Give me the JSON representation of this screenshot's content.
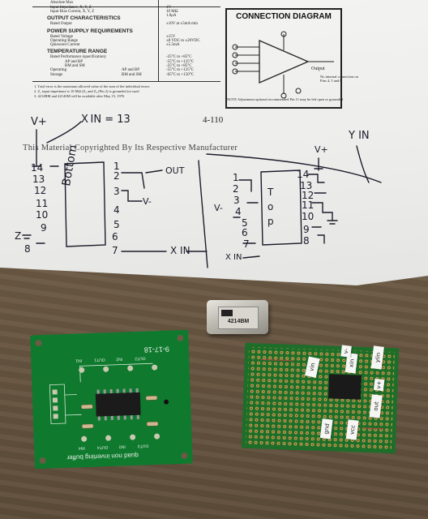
{
  "datasheet": {
    "spec_headings": [
      "OUTPUT CHARACTERISTICS",
      "POWER SUPPLY REQUIREMENTS",
      "TEMPERATURE RANGE"
    ],
    "spec_rows": [
      "Absolute Max",
      "Input Impedance, X, Y, Z",
      "Input Bias Current, X, Y, Z",
      "Rated Output",
      "Rated Voltage",
      "Operating Range",
      "Quiescent Current",
      "Rated Performance (specification)",
      "Operating",
      "Storage",
      "AP and BP",
      "BM and SM",
      "AP and BP",
      "BM and SM"
    ],
    "spec_values": [
      "1V",
      "10 MΩ",
      "1.0μA",
      "±10V at ±5mA min",
      "±15V",
      "±8 VDC to ±20VDC",
      "±5.5mA",
      "-25°C to +85°C",
      "-55°C to +125°C",
      "-25°C to +85°C",
      "-55°C to +125°C",
      "-65°C to +150°C"
    ],
    "notes": [
      "1. Total error is the maximum allowed value of the sum of the individual errors",
      "2. Z₁ input impedance is 10 MΩ (Z₂ and Z₃ (Pin 2) is grounded (or used",
      "3. 4214BM and 4214SM will be available after May 15, 1976"
    ],
    "connection_diagram": {
      "title": "CONNECTION DIAGRAM",
      "output_label": "Output",
      "side_notes": [
        "No internal connection on Pins 4, 5 and 8"
      ],
      "bottom_note": "NOTE Adjustment optional recommended Pin 11 may be left open or grounded"
    },
    "page_number": "4-110",
    "copyright": "This Material Copyrighted By Its Respective Manufacturer"
  },
  "handwriting": {
    "vplus_left": "V+",
    "x_in_top": "X IN = 13",
    "bottom_label": "Bottom",
    "top_label": "T o p",
    "out_label": "OUT",
    "vminus_left": "V-",
    "vplus_right": "V+",
    "vminus_right": "V-",
    "y_in": "Y IN",
    "x_in_bottom": "X IN",
    "x_in_right": "X IN",
    "z_left": "Z",
    "pins_left_numbers": [
      "14",
      "13",
      "12",
      "11",
      "10",
      "9",
      "8"
    ],
    "pins_left_right_numbers": [
      "1",
      "2",
      "3",
      "4",
      "5",
      "6",
      "7"
    ],
    "pins_right_left_numbers": [
      "1",
      "2",
      "3",
      "4",
      "5",
      "6",
      "7"
    ],
    "pins_right_right_numbers": [
      "14",
      "13",
      "12",
      "11",
      "10",
      "9",
      "8"
    ]
  },
  "relay": {
    "label": "4214BM"
  },
  "pcb": {
    "date": "9-17-18",
    "bottom_text": "quad non inverting buffer",
    "silkscreen": [
      "IN4",
      "OUT4",
      "IN3",
      "OUT3",
      "IN2",
      "OUT2",
      "IN1",
      "OUT1"
    ]
  },
  "protoboard": {
    "stickers": [
      "vin",
      "ylin",
      "xin",
      "out",
      "gnd",
      "vcc",
      "v-",
      "v+"
    ]
  },
  "colors": {
    "paper": "#f2f2f0",
    "pcb_green": "#0f7a2e",
    "protoboard_green": "#1e6e2a",
    "table": "#6b5a45"
  }
}
